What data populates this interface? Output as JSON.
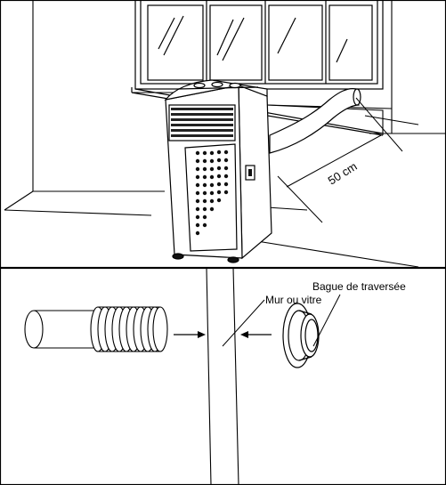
{
  "top_panel": {
    "distance_label": "50 cm"
  },
  "bottom_panel": {
    "wall_label": "Mur ou vitre",
    "ring_label": "Bague de traversée"
  }
}
